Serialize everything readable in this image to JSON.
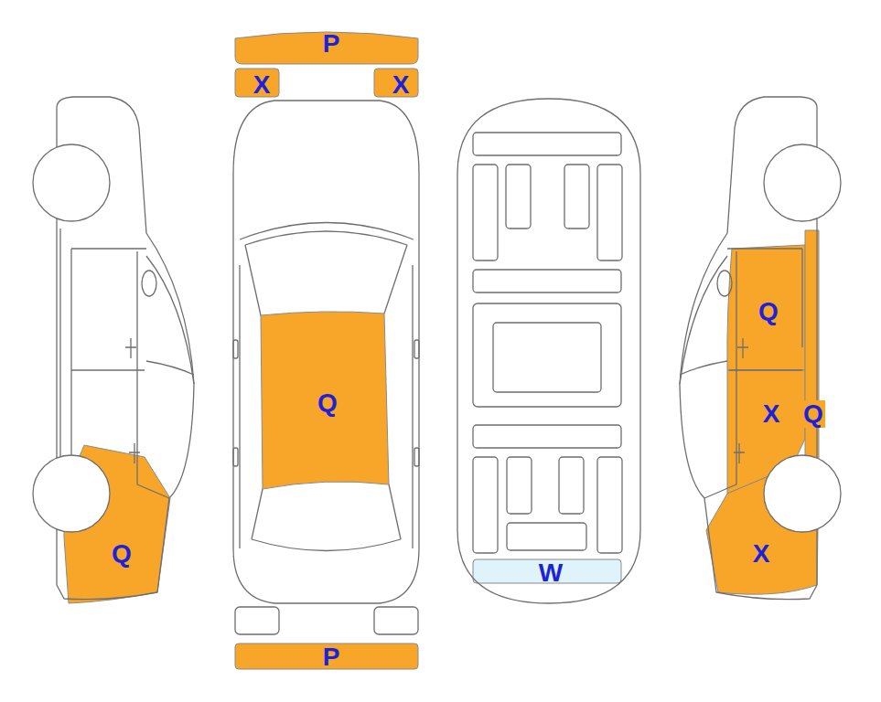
{
  "diagram": {
    "nodes": [
      {
        "text": [
          "P"
        ]
      },
      {
        "text": [
          "X"
        ]
      },
      {
        "text": [
          "X"
        ]
      },
      {
        "text": [
          "Q"
        ]
      },
      {
        "text": [
          "Q"
        ]
      },
      {
        "text": [
          "Q"
        ]
      },
      {
        "text": [
          "X"
        ]
      },
      {
        "text": [
          "Q"
        ]
      },
      {
        "text": [
          "X"
        ]
      },
      {
        "text": [
          "W"
        ]
      },
      {
        "text": [
          "P"
        ]
      }
    ]
  }
}
